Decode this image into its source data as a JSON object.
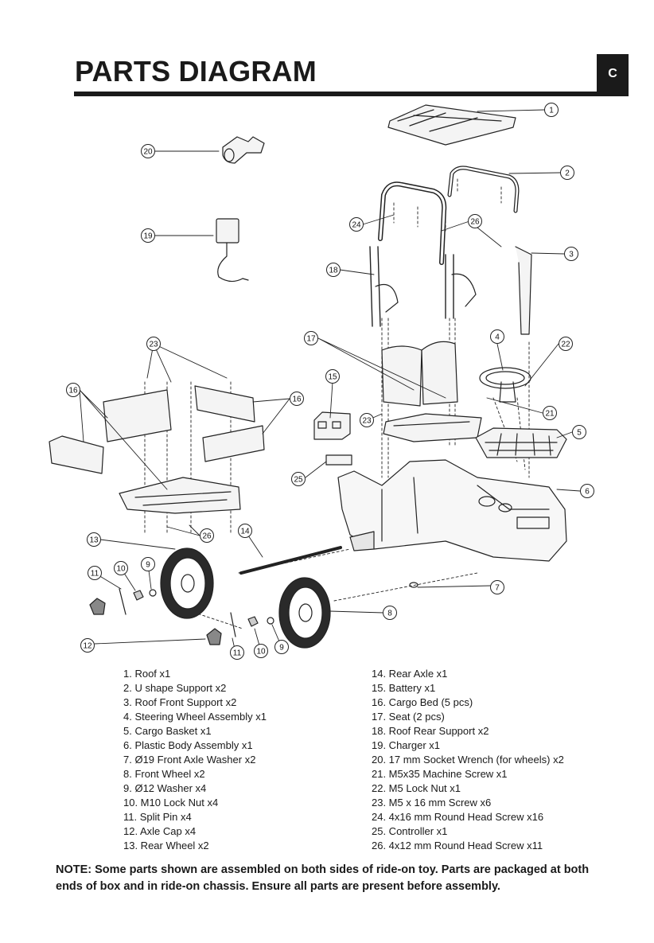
{
  "header": {
    "title": "PARTS DIAGRAM",
    "section": "C"
  },
  "callouts": [
    "1",
    "2",
    "3",
    "4",
    "5",
    "6",
    "7",
    "8",
    "9",
    "10",
    "11",
    "12",
    "13",
    "14",
    "15",
    "16",
    "17",
    "18",
    "19",
    "20",
    "21",
    "22",
    "23",
    "24",
    "25",
    "26"
  ],
  "parts_left": [
    "1. Roof x1",
    "2. U shape Support x2",
    "3. Roof Front Support x2",
    "4. Steering Wheel Assembly x1",
    "5. Cargo Basket x1",
    "6. Plastic Body Assembly x1",
    "7. Ø19 Front Axle Washer x2",
    "8. Front Wheel x2",
    "9. Ø12 Washer x4",
    "10. M10 Lock Nut x4",
    "11. Split Pin x4",
    "12. Axle Cap x4",
    "13. Rear Wheel x2"
  ],
  "parts_right": [
    "14. Rear Axle x1",
    "15. Battery x1",
    "16. Cargo Bed (5 pcs)",
    "17. Seat (2 pcs)",
    "18. Roof Rear Support x2",
    "19. Charger x1",
    "20. 17 mm Socket Wrench (for wheels) x2",
    "21. M5x35 Machine Screw x1",
    "22. M5 Lock Nut x1",
    "23. M5 x 16 mm Screw x6",
    "24. 4x16 mm Round Head Screw x16",
    "25. Controller x1",
    "26. 4x12 mm Round Head Screw x11"
  ],
  "note": {
    "label": "NOTE:",
    "text": " Some parts shown are assembled on both sides of ride-on toy. Parts are packaged at both ends of box and in ride-on chassis. Ensure all parts are present before assembly."
  }
}
